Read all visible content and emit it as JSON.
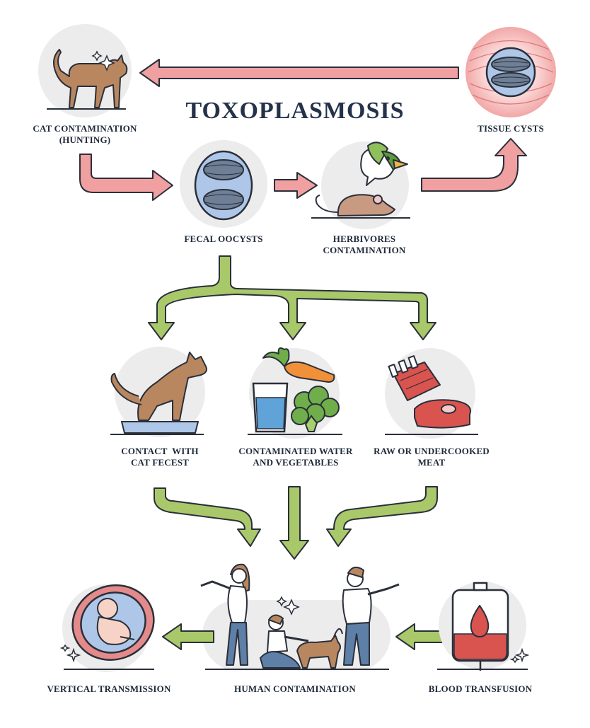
{
  "title": "TOXOPLASMOSIS",
  "nodes": {
    "cat_hunting": "CAT CONTAMINATION\n(HUNTING)",
    "tissue_cysts": "TISSUE CYSTS",
    "fecal_oocysts": "FECAL OOCYSTS",
    "herbivores": "HERBIVORES\nCONTAMINATION",
    "contact_feces": "CONTACT  WITH\nCAT FECEST",
    "water_veg": "CONTAMINATED WATER\nAND VEGETABLES",
    "raw_meat": "RAW OR UNDERCOOKED\nMEAT",
    "vertical": "VERTICAL TRANSMISSION",
    "human": "HUMAN CONTAMINATION",
    "blood": "BLOOD TRANSFUSION"
  },
  "icons": [
    "cat-icon",
    "cyst-icon",
    "oocyst-icon",
    "bird-icon",
    "mouse-icon",
    "litterbox-cat-icon",
    "water-glass-icon",
    "carrot-icon",
    "broccoli-icon",
    "ribs-icon",
    "steak-icon",
    "fetus-icon",
    "family-icon",
    "blood-bag-icon",
    "sparkle-icon"
  ],
  "colors": {
    "red_arrow": "#f0a0a0",
    "green_arrow": "#a9c86a",
    "outline": "#2a2f3a",
    "circle_bg": "#ececec",
    "text": "#1f2a3a"
  }
}
